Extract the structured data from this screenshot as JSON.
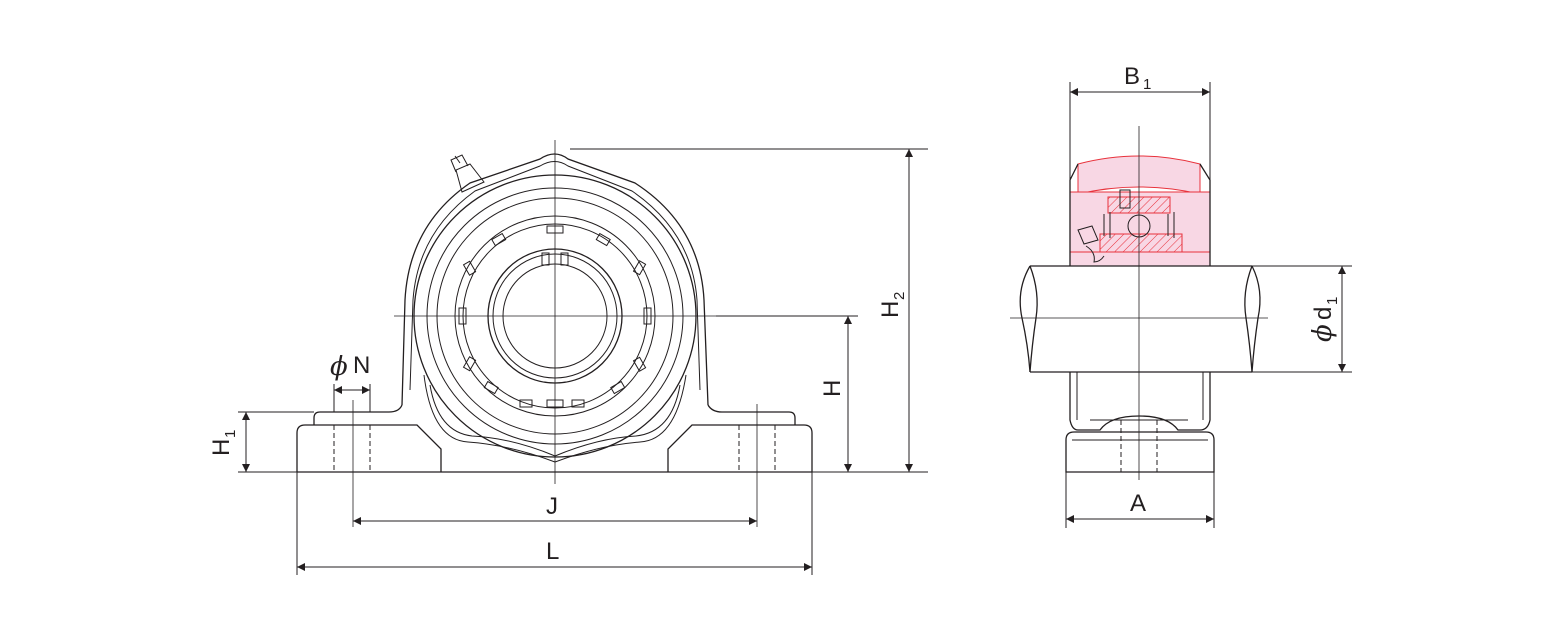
{
  "labels": {
    "B1_main": "B",
    "B1_sub": "1",
    "H2_main": "H",
    "H2_sub": "2",
    "H": "H",
    "phiN_symbol": "ϕ",
    "phiN_main": "N",
    "H1_main": "H",
    "H1_sub": "1",
    "J": "J",
    "L": "L",
    "A": "A",
    "phid1_symbol": "ϕ",
    "phid1_main": "d",
    "phid1_sub": "1"
  },
  "colors": {
    "line": "#231f20",
    "bearing_fill": "#f8d7e4",
    "section_red": "#e8323c"
  }
}
